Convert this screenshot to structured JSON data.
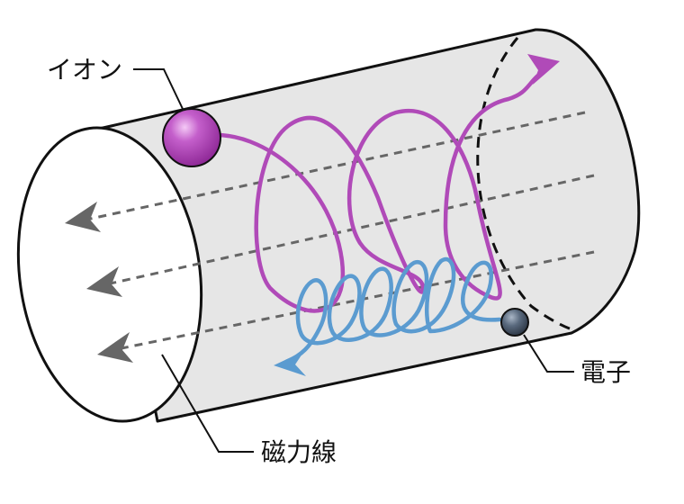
{
  "labels": {
    "ion": "イオン",
    "electron": "電子",
    "field_lines": "磁力線"
  },
  "colors": {
    "cylinder_fill": "#e6e6e6",
    "outline": "#111111",
    "field_line": "#666666",
    "ion_path": "#b04ab8",
    "ion_particle": "#b33bb8",
    "electron_path": "#5b9bd0",
    "electron_particle": "#4c5a6b"
  },
  "icons": {
    "ion_particle": "sphere",
    "electron_particle": "sphere"
  }
}
